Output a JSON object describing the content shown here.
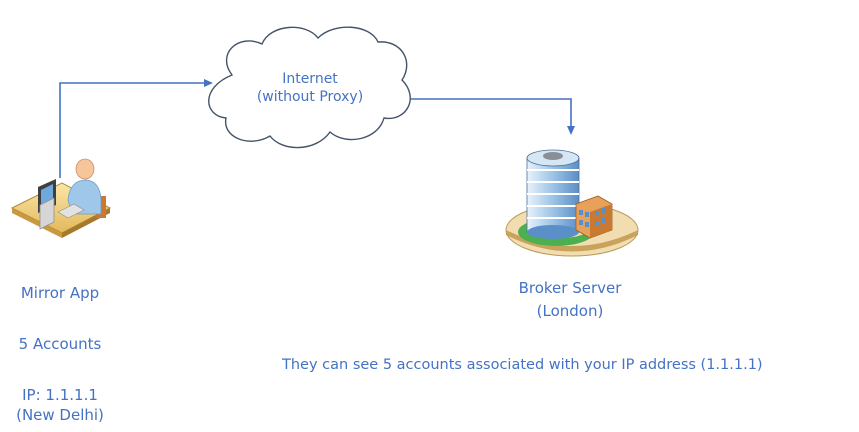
{
  "cloud": {
    "line1": "Internet",
    "line2": "(without Proxy)"
  },
  "client": {
    "name": "Mirror App",
    "accounts": "5 Accounts",
    "ip": "IP: 1.1.1.1",
    "location": "(New Delhi)"
  },
  "server": {
    "name": "Broker Server",
    "location": "(London)"
  },
  "note": "They can see 5 accounts associated with your IP address (1.1.1.1)",
  "colors": {
    "text": "#4472c4",
    "connector": "#4472c4",
    "cloud_fill": "#ffffff",
    "cloud_stroke": "#44546a"
  },
  "icons": {
    "client": "computer-user-icon",
    "server": "office-building-icon",
    "network": "internet-cloud-icon"
  }
}
